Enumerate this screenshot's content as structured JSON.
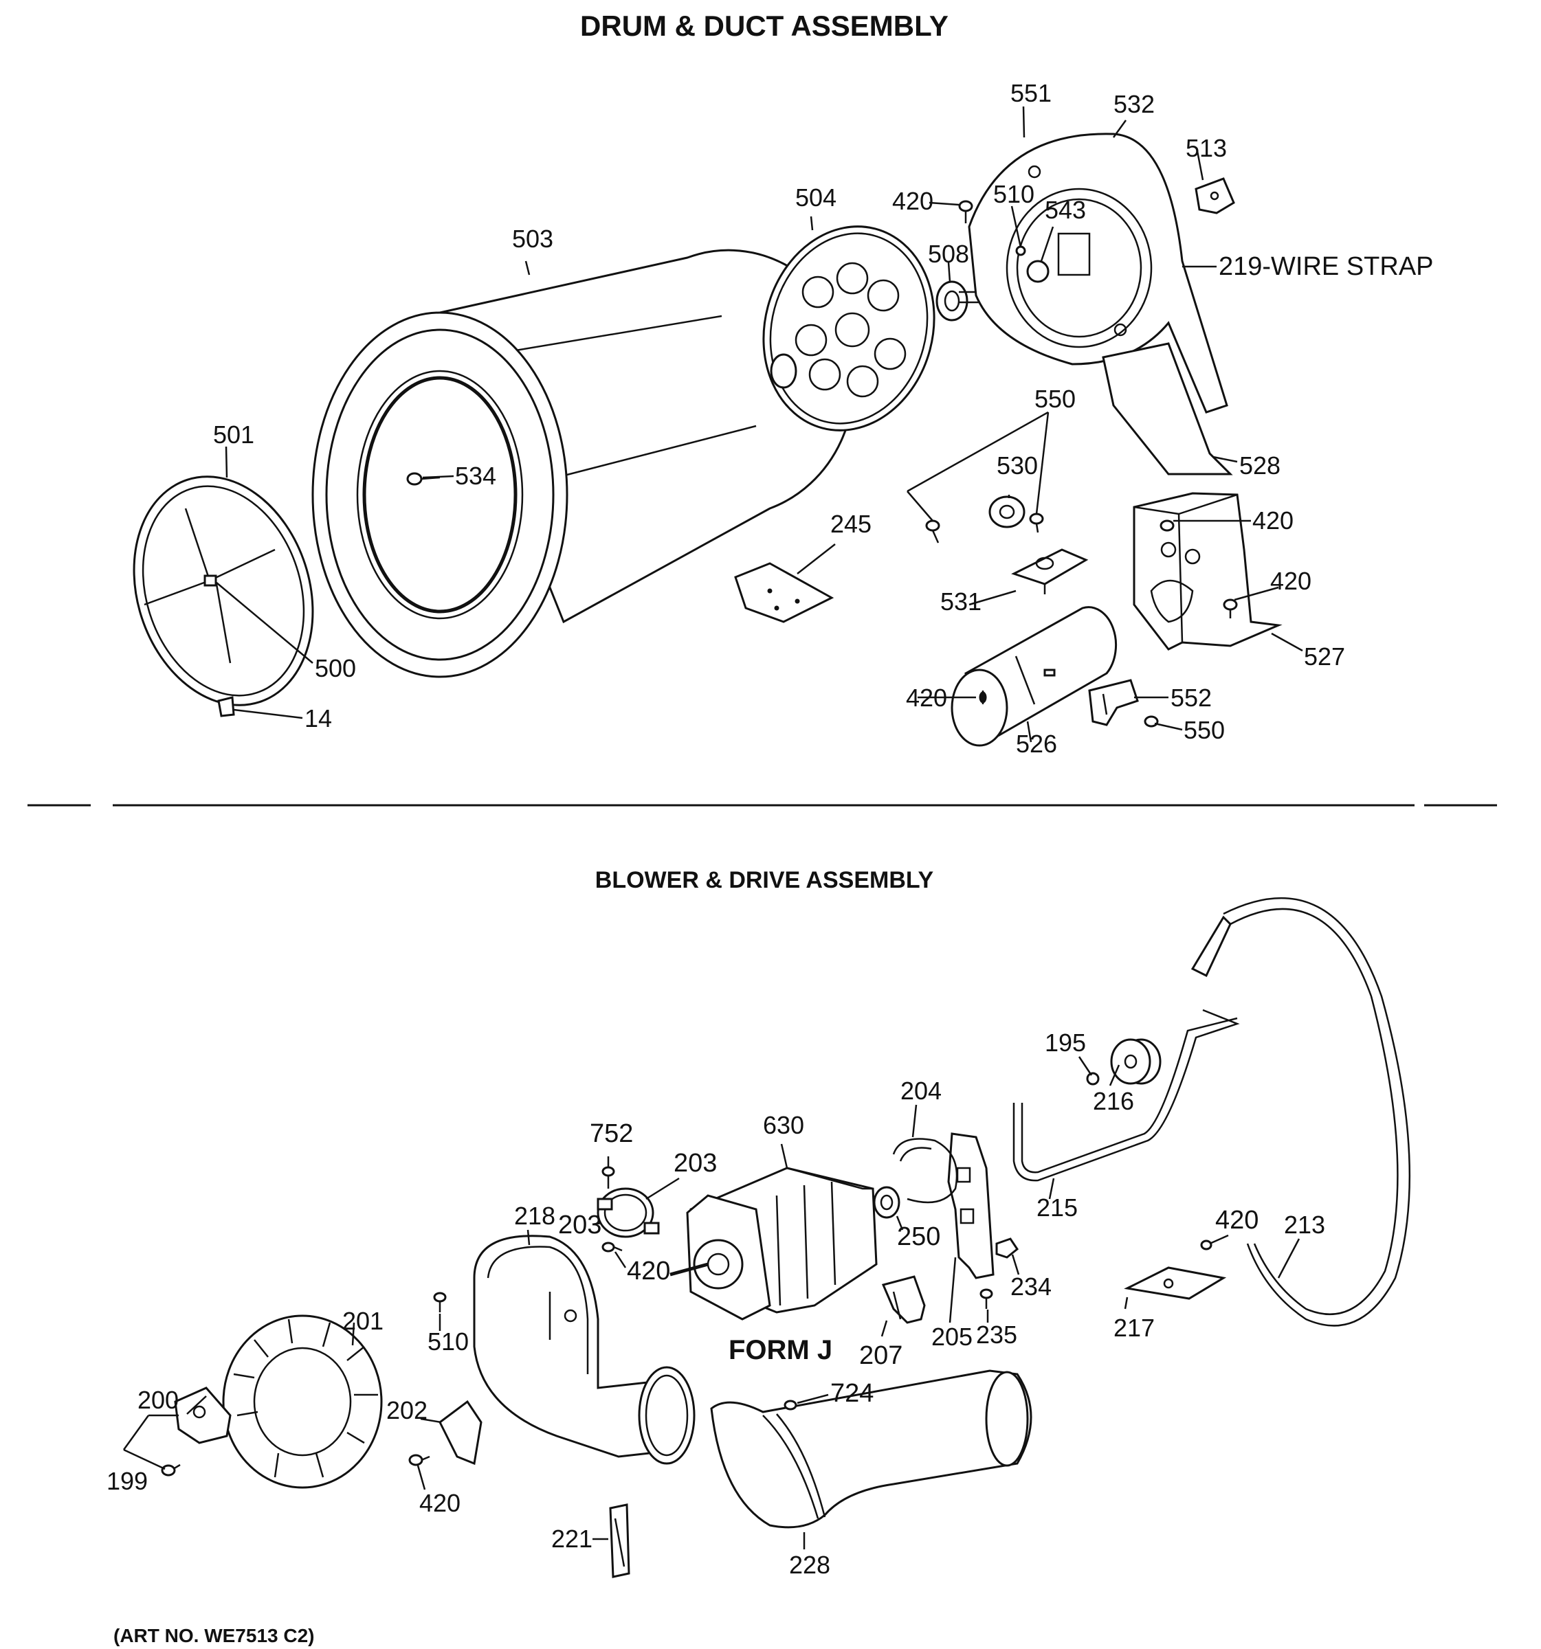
{
  "sections": {
    "drum": {
      "title": "DRUM & DUCT ASSEMBLY"
    },
    "blower": {
      "title": "BLOWER & DRIVE ASSEMBLY"
    }
  },
  "drum_labels": {
    "l551": "551",
    "l532": "532",
    "l513": "513",
    "l504": "504",
    "l420a": "420",
    "l510": "510",
    "l543": "543",
    "l503": "503",
    "l508": "508",
    "l219": "219-WIRE STRAP",
    "l550a": "550",
    "l501": "501",
    "l534": "534",
    "l530": "530",
    "l528": "528",
    "l245": "245",
    "l420b": "420",
    "l420c": "420",
    "l531": "531",
    "l527": "527",
    "l500": "500",
    "l420d": "420",
    "l552": "552",
    "l14": "14",
    "l526": "526",
    "l550b": "550"
  },
  "blower_labels": {
    "l195": "195",
    "l216": "216",
    "l204": "204",
    "l752": "752",
    "l630": "630",
    "l203a": "203",
    "l203b": "203",
    "l218": "218",
    "l420a": "420",
    "l250": "250",
    "l215": "215",
    "l420b": "420",
    "l213": "213",
    "l234": "234",
    "l510": "510",
    "l201": "201",
    "l235": "235",
    "l205": "205",
    "l207": "207",
    "l217": "217",
    "l724": "724",
    "l200": "200",
    "l202": "202",
    "l199": "199",
    "l420c": "420",
    "l221": "221",
    "l228": "228"
  },
  "form_label": "FORM J",
  "art_no": "(ART NO. WE7513 C2)"
}
